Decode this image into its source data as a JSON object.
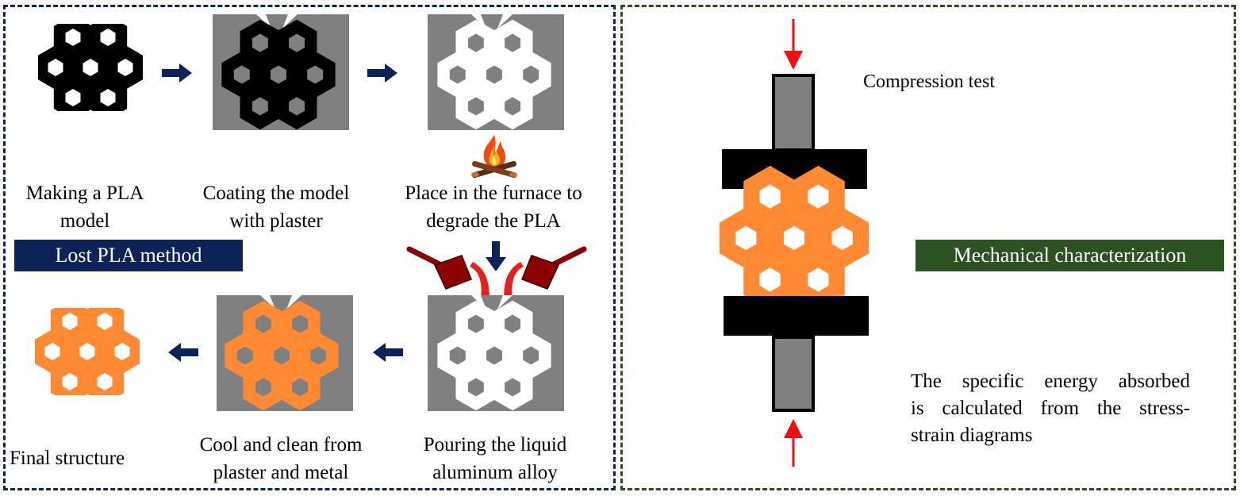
{
  "colors": {
    "navy": "#0d2357",
    "green": "#2c5221",
    "plaster": "#808080",
    "pla": "#000000",
    "aluminum": "#ff8a33",
    "cavity": "#ffffff",
    "force_arrow": "#ee1111",
    "ladle": "#8b0000",
    "molten_metal": "#e81e1e"
  },
  "steps": {
    "make_model": "Making a PLA model",
    "coat_model": "Coating the model with plaster",
    "furnace": "Place in the furnace to degrade the PLA",
    "pour": "Pouring the liquid aluminum alloy",
    "cool_clean": "Cool and clean from plaster and metal",
    "final": "Final structure"
  },
  "step_lines": {
    "make_model": [
      "Making a PLA",
      "model"
    ],
    "coat_model": [
      "Coating the model",
      "with plaster"
    ],
    "furnace": [
      "Place in the furnace to",
      "degrade the PLA"
    ],
    "pour": [
      "Pouring the liquid",
      "aluminum alloy"
    ],
    "cool_clean": [
      "Cool and clean from",
      "plaster and metal"
    ],
    "final": [
      "Final structure"
    ]
  },
  "lost_method_label": "Lost PLA method",
  "mechanical_label": "Mechanical characterization",
  "compression_label": "Compression test",
  "energy_lines": [
    "The specific energy absorbed",
    "is calculated from the stress-",
    "strain diagrams"
  ],
  "icons": {
    "step_arrows": "right-arrow-icon",
    "return_arrows": "left-arrow-icon",
    "pour_arrow": "down-arrow-icon",
    "furnace": "campfire-icon",
    "ladles": "ladle-icon"
  }
}
